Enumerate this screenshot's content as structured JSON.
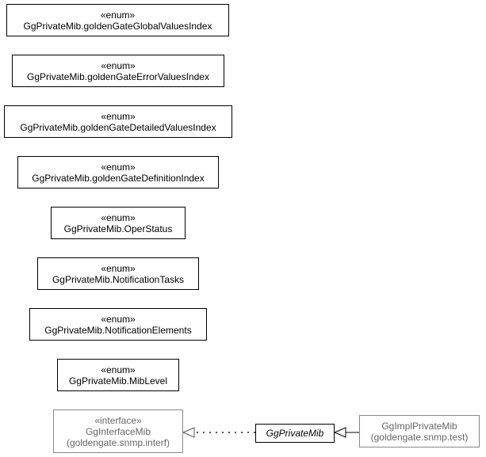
{
  "enums": [
    {
      "stereotype": "«enum»",
      "name": "GgPrivateMib.goldenGateGlobalValuesIndex"
    },
    {
      "stereotype": "«enum»",
      "name": "GgPrivateMib.goldenGateErrorValuesIndex"
    },
    {
      "stereotype": "«enum»",
      "name": "GgPrivateMib.goldenGateDetailedValuesIndex"
    },
    {
      "stereotype": "«enum»",
      "name": "GgPrivateMib.goldenGateDefinitionIndex"
    },
    {
      "stereotype": "«enum»",
      "name": "GgPrivateMib.OperStatus"
    },
    {
      "stereotype": "«enum»",
      "name": "GgPrivateMib.NotificationTasks"
    },
    {
      "stereotype": "«enum»",
      "name": "GgPrivateMib.NotificationElements"
    },
    {
      "stereotype": "«enum»",
      "name": "GgPrivateMib.MibLevel"
    }
  ],
  "interface_box": {
    "stereotype": "«interface»",
    "name": "GgInterfaceMib",
    "package": "(goldengate.snmp.interf)"
  },
  "focus_box": {
    "name": "GgPrivateMib"
  },
  "impl_box": {
    "name": "GgImplPrivateMib",
    "package": "(goldengate.snmp.test)"
  },
  "colors": {
    "border": "#000000",
    "external_border": "#888888",
    "external_text": "#666666"
  }
}
